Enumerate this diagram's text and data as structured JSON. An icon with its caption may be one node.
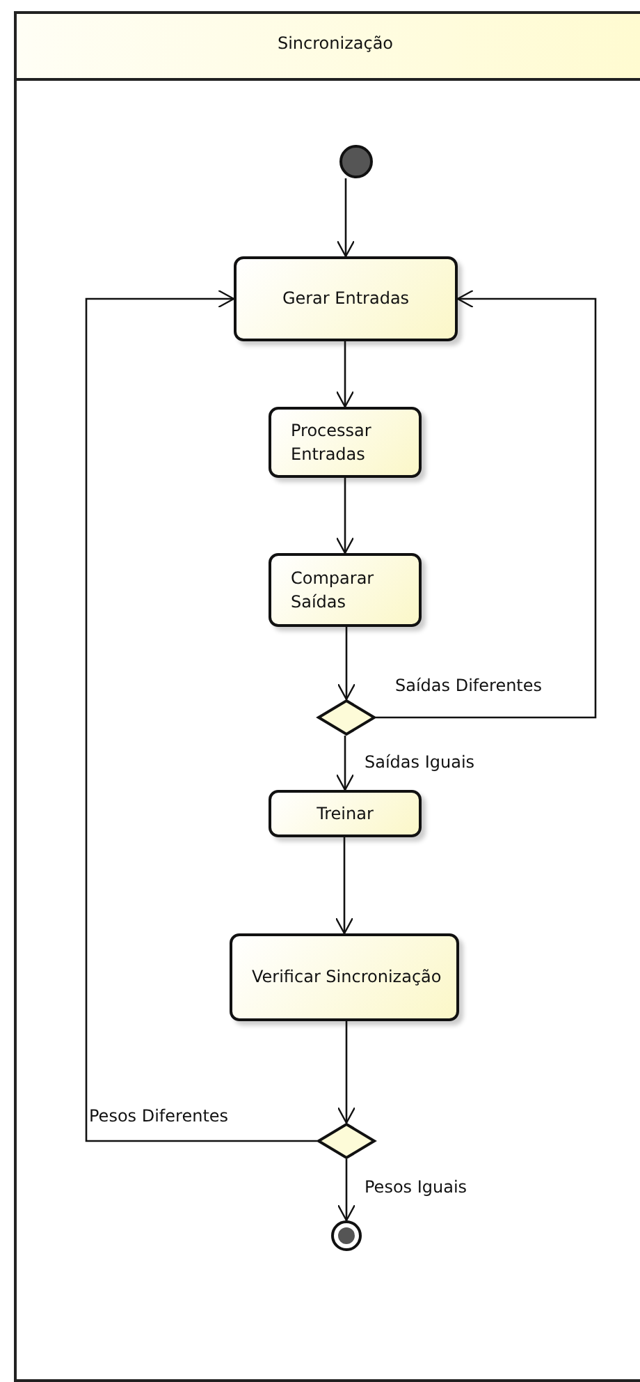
{
  "diagram": {
    "nodes": [
      {
        "text": [
          "Sincronização"
        ]
      },
      {
        "text": [],
        "shape": "circle",
        "in": 0
      },
      {
        "text": [
          "Gerar Entradas"
        ],
        "in": 0
      },
      {
        "text": [
          "Processar Entradas"
        ],
        "in": 0
      },
      {
        "text": [
          "Comparar Saídas"
        ],
        "in": 0
      },
      {
        "text": [],
        "shape": "diamond",
        "in": 0
      },
      {
        "text": [
          "Treinar"
        ],
        "in": 0
      },
      {
        "text": [
          "Verificar Sincronização"
        ],
        "in": 0
      },
      {
        "text": [],
        "shape": "diamond",
        "in": 0
      },
      {
        "text": [],
        "shape": "circle",
        "in": 0
      }
    ],
    "edges": [
      {
        "from": 1,
        "to": 2,
        "arrow": "to"
      },
      {
        "from": 2,
        "to": 3,
        "arrow": "to"
      },
      {
        "from": 3,
        "to": 4,
        "arrow": "to"
      },
      {
        "from": 4,
        "to": 5,
        "arrow": "to"
      },
      {
        "from": 5,
        "to": 2,
        "arrow": "to",
        "label": "Saídas Diferentes"
      },
      {
        "from": 5,
        "to": 6,
        "arrow": "to",
        "label": "Saídas Iguais"
      },
      {
        "from": 6,
        "to": 7,
        "arrow": "to"
      },
      {
        "from": 7,
        "to": 8,
        "arrow": "to"
      },
      {
        "from": 8,
        "to": 2,
        "arrow": "to",
        "label": "Pesos Diferentes"
      },
      {
        "from": 8,
        "to": 9,
        "arrow": "to",
        "label": "Pesos Iguais"
      }
    ]
  }
}
